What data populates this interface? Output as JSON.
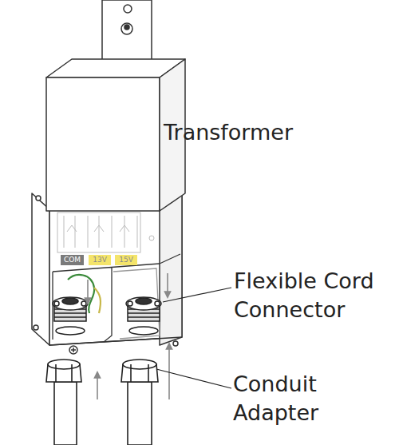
{
  "diagram": {
    "labels": [
      "Transformer",
      "Flexible Cord Connector",
      "Conduit Adapter",
      "COM",
      "13V",
      "15V"
    ]
  }
}
